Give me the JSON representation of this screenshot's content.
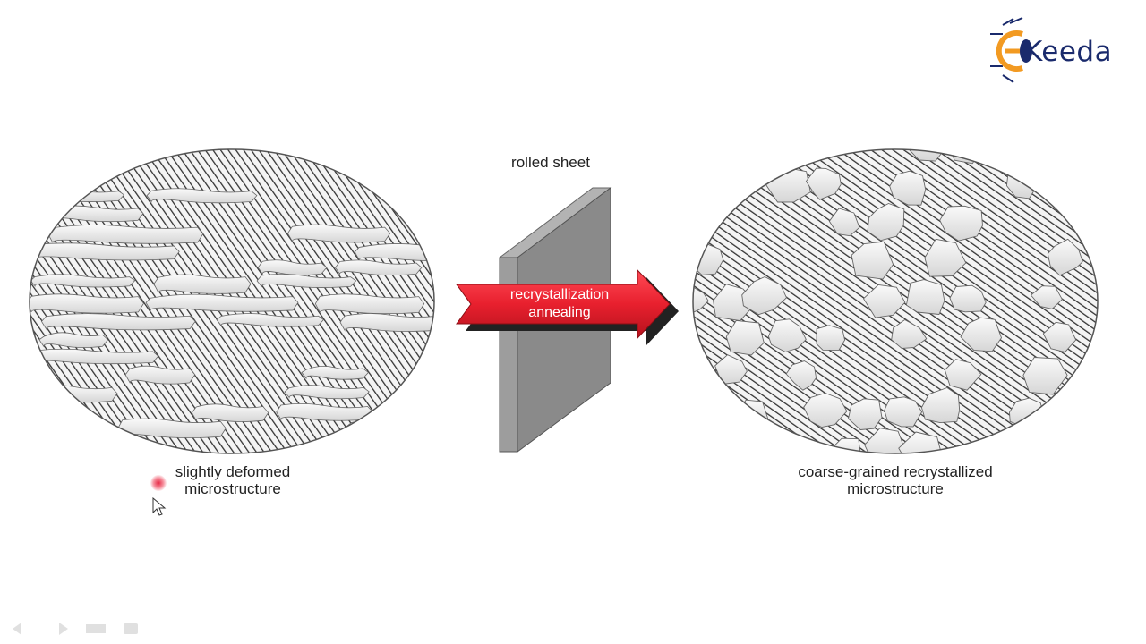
{
  "logo": {
    "brand_text": "Keeda",
    "icon": "ekeeda-bug-e-icon",
    "colors": {
      "orange": "#f29a22",
      "navy": "#1a2a6c"
    }
  },
  "diagram": {
    "left_caption": [
      "slightly deformed",
      "microstructure"
    ],
    "middle_label": "rolled sheet",
    "arrow_label": [
      "recrystallization",
      "annealing"
    ],
    "right_caption": [
      "coarse-grained recrystallized",
      "microstructure"
    ],
    "colors": {
      "arrow_red": "#e8202e",
      "arrow_shadow": "#222222",
      "sheet_face": "#8a8a8a",
      "sheet_side": "#b3b3b3",
      "grain_light": "#e9e9e9",
      "hatch": "#333333"
    }
  },
  "overlay": {
    "cursor_highlight": "#e61e3c",
    "player_controls": [
      "back-icon",
      "forward-icon",
      "menu-icon",
      "chat-icon"
    ]
  }
}
